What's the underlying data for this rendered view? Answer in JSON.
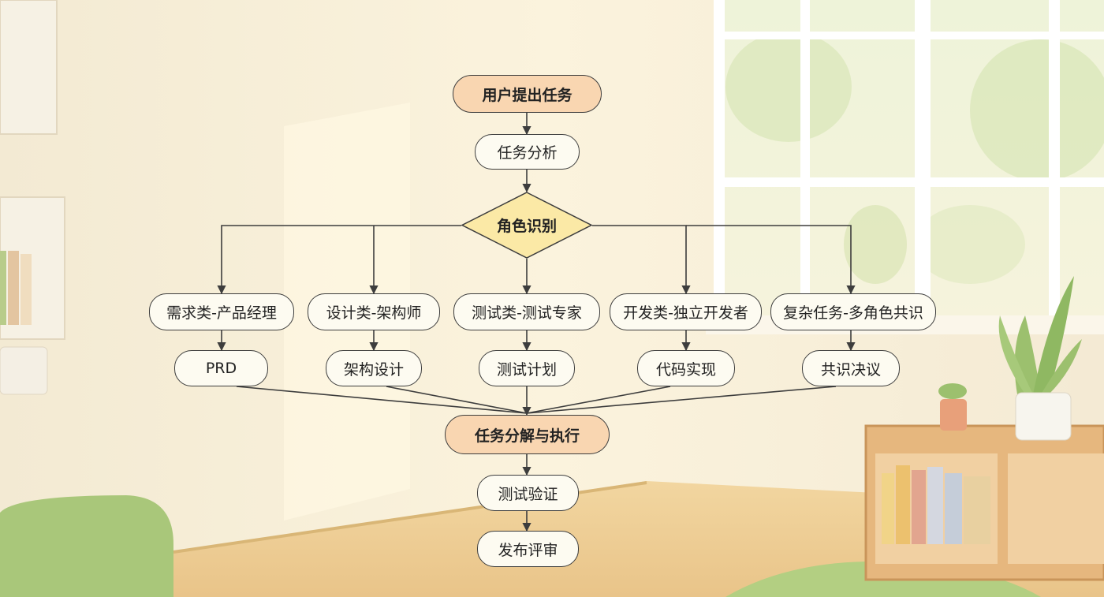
{
  "colors": {
    "accent_node": "#f9d6b1",
    "node": "#fdfbf1",
    "decision": "#fbe9a6",
    "line": "#3d3d3d"
  },
  "flow": {
    "start": "用户提出任务",
    "analysis": "任务分析",
    "decision": "角色识别",
    "branches": [
      {
        "role": "需求类-产品经理",
        "output": "PRD"
      },
      {
        "role": "设计类-架构师",
        "output": "架构设计"
      },
      {
        "role": "测试类-测试专家",
        "output": "测试计划"
      },
      {
        "role": "开发类-独立开发者",
        "output": "代码实现"
      },
      {
        "role": "复杂任务-多角色共识",
        "output": "共识决议"
      }
    ],
    "execute": "任务分解与执行",
    "verify": "测试验证",
    "release": "发布评审"
  }
}
